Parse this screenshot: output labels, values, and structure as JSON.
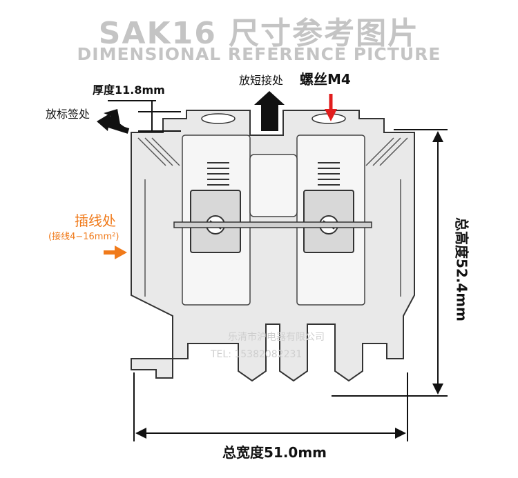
{
  "header": {
    "title": "SAK16 尺寸参考图片",
    "subtitle": "DIMENSIONAL REFERENCE PICTURE"
  },
  "labels": {
    "thickness": "厚度11.8mm",
    "marker_place": "放标签处",
    "short_place": "放短接处",
    "screw": "螺丝M4",
    "wire_place": "插线处",
    "wire_range": "(接线4−16mm²)",
    "total_height": "总高度52.4mm",
    "total_width": "总宽度51.0mm"
  },
  "watermark": {
    "company": "乐清市沪电器有限公司",
    "tel": "TEL: 15382082231"
  },
  "colors": {
    "arrow_black": "#111111",
    "arrow_red": "#e11d1d",
    "arrow_orange": "#f07a1a",
    "title_gray": "#c4c4c4"
  }
}
